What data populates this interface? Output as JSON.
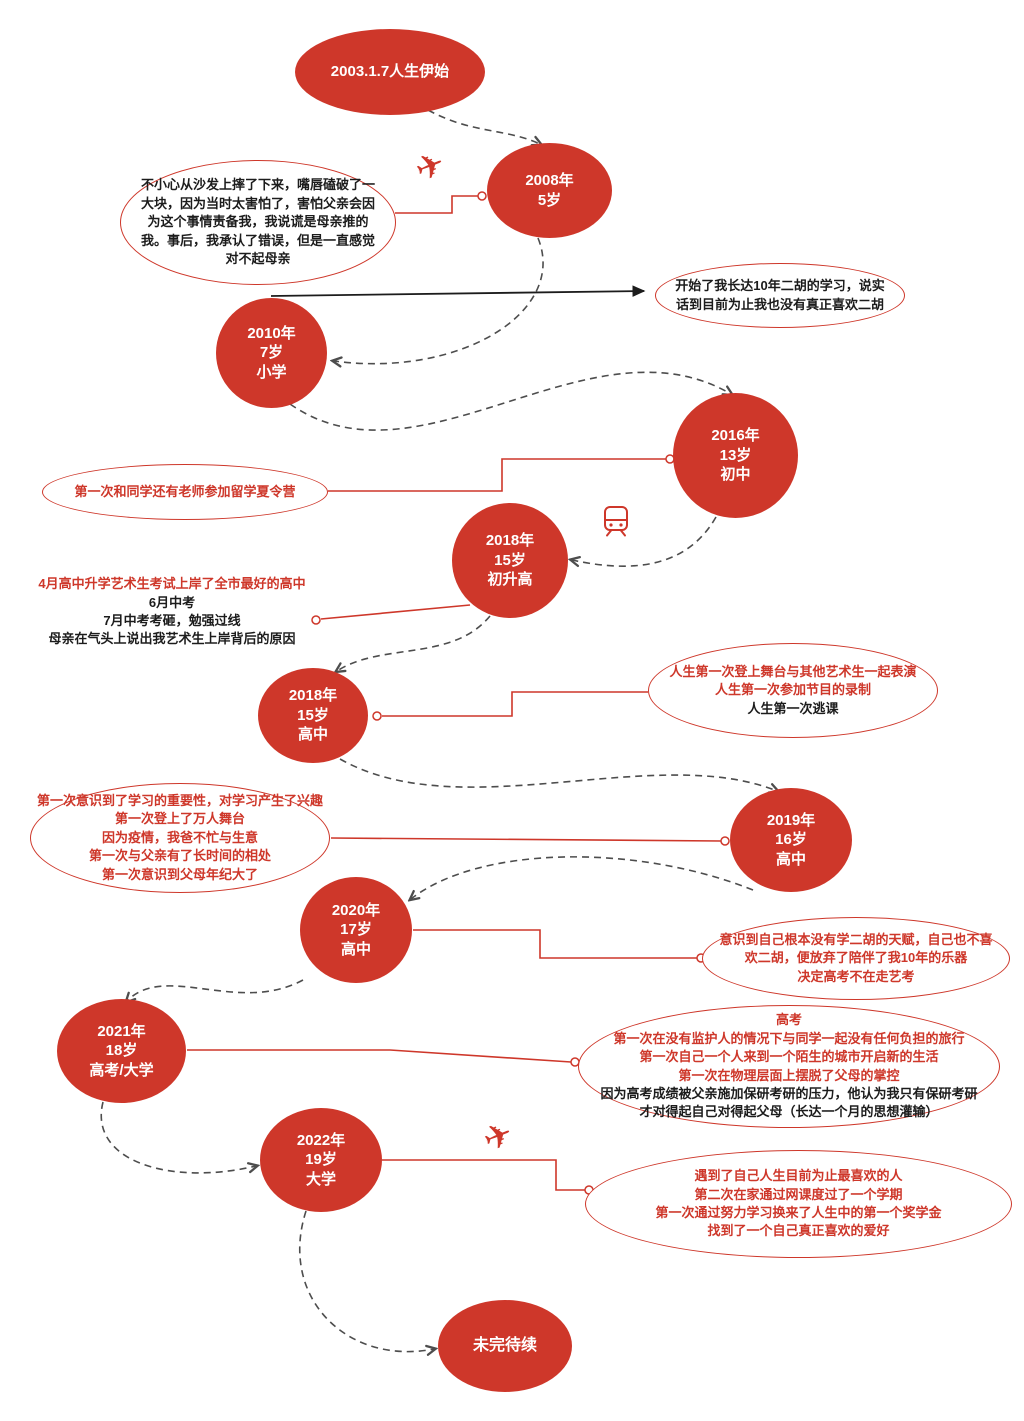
{
  "palette": {
    "red": "#ce372a",
    "black": "#1c1c1c",
    "dash": "#4d4d4d"
  },
  "nodes": {
    "start": {
      "label": "2003.1.7人生伊始"
    },
    "n2008": {
      "lines": [
        "2008年",
        "5岁"
      ]
    },
    "n2010": {
      "lines": [
        "2010年",
        "7岁",
        "小学"
      ]
    },
    "n2016": {
      "lines": [
        "2016年",
        "13岁",
        "初中"
      ]
    },
    "n2018a": {
      "lines": [
        "2018年",
        "15岁",
        "初升高"
      ]
    },
    "n2018b": {
      "lines": [
        "2018年",
        "15岁",
        "高中"
      ]
    },
    "n2019": {
      "lines": [
        "2019年",
        "16岁",
        "高中"
      ]
    },
    "n2020": {
      "lines": [
        "2020年",
        "17岁",
        "高中"
      ]
    },
    "n2021": {
      "lines": [
        "2021年",
        "18岁",
        "高考/大学"
      ]
    },
    "n2022": {
      "lines": [
        "2022年",
        "19岁",
        "大学"
      ]
    },
    "end": {
      "label": "未完待续"
    }
  },
  "notes": {
    "sofa": {
      "text": "不小心从沙发上摔了下来，嘴唇磕破了一大块，因为当时太害怕了，害怕父亲会因为这个事情责备我，我说谎是母亲推的我。事后，我承认了错误，但是一直感觉对不起母亲",
      "color": "black"
    },
    "erhu_start": {
      "text": "开始了我长达10年二胡的学习，说实话到目前为止我也没有真正喜欢二胡",
      "color": "black"
    },
    "camp": {
      "text": "第一次和同学还有老师参加留学夏令营",
      "color": "red"
    },
    "exam": {
      "lines": [
        {
          "text": "4月高中升学艺术生考试上岸了全市最好的高中",
          "color": "red"
        },
        {
          "text": "6月中考",
          "color": "black"
        },
        {
          "text": "7月中考考砸，勉强过线",
          "color": "black"
        },
        {
          "text": "母亲在气头上说出我艺术生上岸背后的原因",
          "color": "black"
        }
      ]
    },
    "stage": {
      "lines": [
        {
          "text": "人生第一次登上舞台与其他艺术生一起表演",
          "color": "red"
        },
        {
          "text": "人生第一次参加节目的录制",
          "color": "red"
        },
        {
          "text": "人生第一次逃课",
          "color": "black"
        }
      ]
    },
    "study": {
      "lines": [
        {
          "text": "第一次意识到了学习的重要性，对学习产生了兴趣",
          "color": "red"
        },
        {
          "text": "第一次登上了万人舞台",
          "color": "red"
        },
        {
          "text": "因为疫情，我爸不忙与生意",
          "color": "red"
        },
        {
          "text": "第一次与父亲有了长时间的相处",
          "color": "red"
        },
        {
          "text": "第一次意识到父母年纪大了",
          "color": "red"
        }
      ]
    },
    "erhu_quit": {
      "lines": [
        {
          "text": "意识到自己根本没有学二胡的天赋，自己也不喜欢二胡，便放弃了陪伴了我10年的乐器",
          "color": "red"
        },
        {
          "text": "决定高考不在走艺考",
          "color": "red"
        }
      ]
    },
    "gaokao": {
      "lines": [
        {
          "text": "高考",
          "color": "red"
        },
        {
          "text": "第一次在没有监护人的情况下与同学一起没有任何负担的旅行",
          "color": "red"
        },
        {
          "text": "第一次自己一个人来到一个陌生的城市开启新的生活",
          "color": "red"
        },
        {
          "text": "第一次在物理层面上摆脱了父母的掌控",
          "color": "red"
        },
        {
          "text": "因为高考成绩被父亲施加保研考研的压力，他认为我只有保研考研才对得起自己对得起父母（长达一个月的思想灌输）",
          "color": "black"
        }
      ]
    },
    "university": {
      "lines": [
        {
          "text": "遇到了自己人生目前为止最喜欢的人",
          "color": "red"
        },
        {
          "text": "第二次在家通过网课度过了一个学期",
          "color": "red"
        },
        {
          "text": "第一次通过努力学习换来了人生中的第一个奖学金",
          "color": "red"
        },
        {
          "text": "找到了一个自己真正喜欢的爱好",
          "color": "red"
        }
      ]
    },
    "icons": {
      "plane": "✈",
      "train": "train-front"
    }
  }
}
